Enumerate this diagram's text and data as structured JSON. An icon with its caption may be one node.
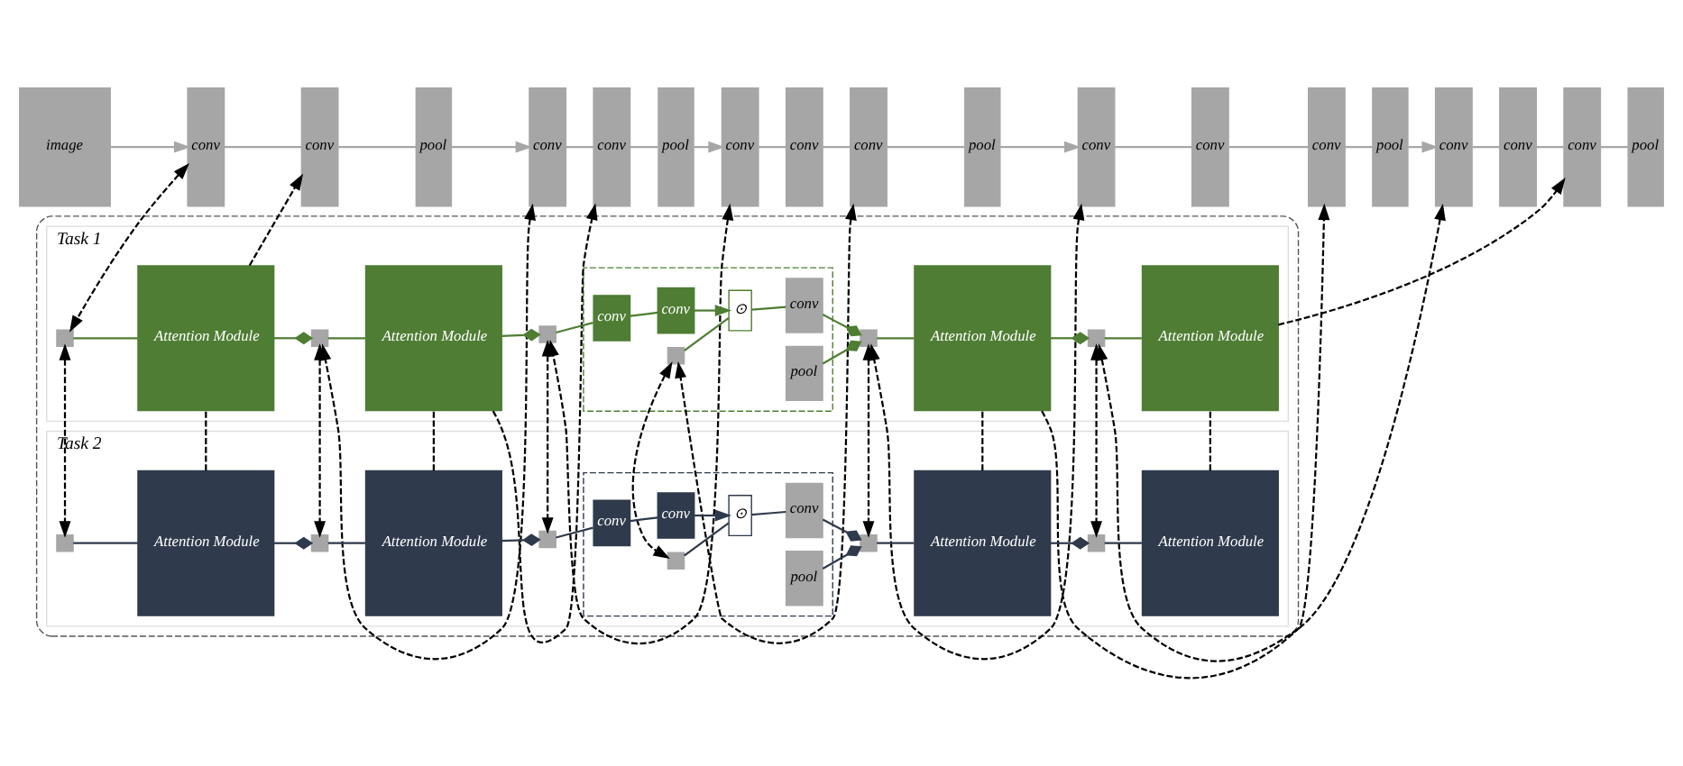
{
  "diagram": {
    "nodes": [
      {
        "text": [
          "image"
        ]
      },
      {
        "text": [
          "conv"
        ]
      },
      {
        "text": [
          "conv"
        ]
      },
      {
        "text": [
          "pool"
        ]
      },
      {
        "text": [
          "conv"
        ]
      },
      {
        "text": [
          "conv"
        ]
      },
      {
        "text": [
          "pool"
        ]
      },
      {
        "text": [
          "conv"
        ]
      },
      {
        "text": [
          "conv"
        ]
      },
      {
        "text": [
          "conv"
        ]
      },
      {
        "text": [
          "pool"
        ]
      },
      {
        "text": [
          "conv"
        ]
      },
      {
        "text": [
          "conv"
        ]
      },
      {
        "text": [
          "conv"
        ]
      },
      {
        "text": [
          "pool"
        ]
      },
      {
        "text": [
          "conv"
        ]
      },
      {
        "text": [
          "conv"
        ]
      },
      {
        "text": [
          "conv"
        ]
      },
      {
        "text": [
          "pool"
        ]
      },
      {
        "text": [],
        "shape": "box"
      },
      {
        "text": [
          "Task 1"
        ],
        "in": 19
      },
      {
        "text": [
          "Task 2"
        ],
        "in": 19
      },
      {
        "text": [],
        "shape": "box",
        "in": 20
      },
      {
        "text": [
          "Attention Module"
        ],
        "in": 20
      },
      {
        "text": [],
        "shape": "box",
        "in": 20
      },
      {
        "text": [
          "Attention Module"
        ],
        "in": 20
      },
      {
        "text": [],
        "shape": "box",
        "in": 20
      },
      {
        "text": [],
        "shape": "box",
        "in": 20
      },
      {
        "text": [
          "conv"
        ],
        "in": 27
      },
      {
        "text": [
          "conv"
        ],
        "in": 27
      },
      {
        "text": [],
        "shape": "box",
        "in": 27
      },
      {
        "text": [
          "⊙"
        ],
        "in": 27
      },
      {
        "text": [
          "conv"
        ],
        "in": 27
      },
      {
        "text": [
          "pool"
        ],
        "in": 27
      },
      {
        "text": [],
        "shape": "box",
        "in": 20
      },
      {
        "text": [
          "Attention Module"
        ],
        "in": 20
      },
      {
        "text": [],
        "shape": "box",
        "in": 20
      },
      {
        "text": [
          "Attention Module"
        ],
        "in": 20
      },
      {
        "text": [],
        "shape": "box",
        "in": 21
      },
      {
        "text": [
          "Attention Module"
        ],
        "in": 21
      },
      {
        "text": [],
        "shape": "box",
        "in": 21
      },
      {
        "text": [
          "Attention Module"
        ],
        "in": 21
      },
      {
        "text": [],
        "shape": "box",
        "in": 21
      },
      {
        "text": [],
        "shape": "box",
        "in": 21
      },
      {
        "text": [
          "conv"
        ],
        "in": 43
      },
      {
        "text": [
          "conv"
        ],
        "in": 43
      },
      {
        "text": [],
        "shape": "box",
        "in": 43
      },
      {
        "text": [
          "⊙"
        ],
        "in": 43
      },
      {
        "text": [
          "conv"
        ],
        "in": 43
      },
      {
        "text": [
          "pool"
        ],
        "in": 43
      },
      {
        "text": [],
        "shape": "box",
        "in": 21
      },
      {
        "text": [
          "Attention Module"
        ],
        "in": 21
      },
      {
        "text": [],
        "shape": "box",
        "in": 21
      },
      {
        "text": [
          "Attention Module"
        ],
        "in": 21
      }
    ],
    "edges": [
      {
        "from": 0,
        "to": 1,
        "arrow": "to",
        "color": "#a6a6a6"
      },
      {
        "from": 1,
        "to": 2,
        "arrow": "none",
        "color": "#a6a6a6"
      },
      {
        "from": 2,
        "to": 3,
        "arrow": "none",
        "color": "#a6a6a6"
      },
      {
        "from": 3,
        "to": 4,
        "arrow": "to",
        "color": "#a6a6a6"
      },
      {
        "from": 4,
        "to": 5,
        "arrow": "none",
        "color": "#a6a6a6"
      },
      {
        "from": 5,
        "to": 6,
        "arrow": "none",
        "color": "#a6a6a6"
      },
      {
        "from": 6,
        "to": 7,
        "arrow": "to",
        "color": "#a6a6a6"
      },
      {
        "from": 7,
        "to": 8,
        "arrow": "none",
        "color": "#a6a6a6"
      },
      {
        "from": 8,
        "to": 9,
        "arrow": "none",
        "color": "#a6a6a6"
      },
      {
        "from": 9,
        "to": 10,
        "arrow": "none",
        "color": "#a6a6a6"
      },
      {
        "from": 10,
        "to": 11,
        "arrow": "to",
        "color": "#a6a6a6"
      },
      {
        "from": 11,
        "to": 12,
        "arrow": "none",
        "color": "#a6a6a6"
      },
      {
        "from": 12,
        "to": 13,
        "arrow": "none",
        "color": "#a6a6a6"
      },
      {
        "from": 13,
        "to": 14,
        "arrow": "none",
        "color": "#a6a6a6"
      },
      {
        "from": 14,
        "to": 15,
        "arrow": "to",
        "color": "#a6a6a6"
      },
      {
        "from": 15,
        "to": 16,
        "arrow": "none",
        "color": "#a6a6a6"
      },
      {
        "from": 16,
        "to": 17,
        "arrow": "none",
        "color": "#a6a6a6"
      },
      {
        "from": 17,
        "to": 18,
        "arrow": "none",
        "color": "#a6a6a6"
      },
      {
        "from": 1,
        "to": 22,
        "arrow": "both",
        "style": "dashed"
      },
      {
        "from": 22,
        "to": 38,
        "arrow": "both",
        "style": "dashed"
      },
      {
        "from": 23,
        "to": 2,
        "arrow": "to",
        "style": "dashed"
      },
      {
        "from": 39,
        "to": 23,
        "arrow": "none",
        "style": "dashed"
      },
      {
        "from": 4,
        "to": 24,
        "arrow": "both",
        "style": "dashed"
      },
      {
        "from": 24,
        "to": 40,
        "arrow": "both",
        "style": "dashed"
      },
      {
        "from": 25,
        "to": 5,
        "arrow": "to",
        "style": "dashed"
      },
      {
        "from": 41,
        "to": 25,
        "arrow": "none",
        "style": "dashed"
      },
      {
        "from": 7,
        "to": 26,
        "arrow": "both",
        "style": "dashed"
      },
      {
        "from": 26,
        "to": 42,
        "arrow": "both",
        "style": "dashed"
      },
      {
        "from": 9,
        "to": 30,
        "arrow": "both",
        "style": "dashed"
      },
      {
        "from": 30,
        "to": 46,
        "arrow": "both",
        "style": "dashed"
      },
      {
        "from": 11,
        "to": 34,
        "arrow": "both",
        "style": "dashed"
      },
      {
        "from": 34,
        "to": 50,
        "arrow": "both",
        "style": "dashed"
      },
      {
        "from": 35,
        "to": 13,
        "arrow": "to",
        "style": "dashed"
      },
      {
        "from": 51,
        "to": 35,
        "arrow": "none",
        "style": "dashed"
      },
      {
        "from": 15,
        "to": 36,
        "arrow": "both",
        "style": "dashed"
      },
      {
        "from": 36,
        "to": 52,
        "arrow": "both",
        "style": "dashed"
      },
      {
        "from": 37,
        "to": 17,
        "arrow": "to",
        "style": "dashed"
      },
      {
        "from": 53,
        "to": 37,
        "arrow": "none",
        "style": "dashed"
      },
      {
        "from": 22,
        "to": 23,
        "arrow": "none",
        "color": "#4e7d33"
      },
      {
        "from": 23,
        "to": 24,
        "arrow": "other",
        "color": "#4e7d33"
      },
      {
        "from": 24,
        "to": 25,
        "arrow": "none",
        "color": "#4e7d33"
      },
      {
        "from": 25,
        "to": 26,
        "arrow": "other",
        "color": "#4e7d33"
      },
      {
        "from": 26,
        "to": 28,
        "arrow": "none",
        "color": "#4e7d33"
      },
      {
        "from": 28,
        "to": 29,
        "arrow": "none",
        "color": "#4e7d33"
      },
      {
        "from": 29,
        "to": 31,
        "arrow": "to",
        "color": "#4e7d33"
      },
      {
        "from": 30,
        "to": 31,
        "arrow": "none",
        "color": "#4e7d33"
      },
      {
        "from": 31,
        "to": 32,
        "arrow": "none",
        "color": "#4e7d33"
      },
      {
        "from": 32,
        "to": 34,
        "arrow": "other",
        "color": "#4e7d33"
      },
      {
        "from": 33,
        "to": 34,
        "arrow": "other",
        "color": "#4e7d33"
      },
      {
        "from": 34,
        "to": 35,
        "arrow": "none",
        "color": "#4e7d33"
      },
      {
        "from": 35,
        "to": 36,
        "arrow": "other",
        "color": "#4e7d33"
      },
      {
        "from": 36,
        "to": 37,
        "arrow": "none",
        "color": "#4e7d33"
      },
      {
        "from": 38,
        "to": 39,
        "arrow": "none",
        "color": "#2f3a4c"
      },
      {
        "from": 39,
        "to": 40,
        "arrow": "other",
        "color": "#2f3a4c"
      },
      {
        "from": 40,
        "to": 41,
        "arrow": "none",
        "color": "#2f3a4c"
      },
      {
        "from": 41,
        "to": 42,
        "arrow": "other",
        "color": "#2f3a4c"
      },
      {
        "from": 42,
        "to": 44,
        "arrow": "none",
        "color": "#2f3a4c"
      },
      {
        "from": 44,
        "to": 45,
        "arrow": "none",
        "color": "#2f3a4c"
      },
      {
        "from": 45,
        "to": 47,
        "arrow": "to",
        "color": "#2f3a4c"
      },
      {
        "from": 46,
        "to": 47,
        "arrow": "none",
        "color": "#2f3a4c"
      },
      {
        "from": 47,
        "to": 48,
        "arrow": "none",
        "color": "#2f3a4c"
      },
      {
        "from": 48,
        "to": 50,
        "arrow": "other",
        "color": "#2f3a4c"
      },
      {
        "from": 49,
        "to": 50,
        "arrow": "other",
        "color": "#2f3a4c"
      },
      {
        "from": 50,
        "to": 51,
        "arrow": "none",
        "color": "#2f3a4c"
      },
      {
        "from": 51,
        "to": 52,
        "arrow": "other",
        "color": "#2f3a4c"
      },
      {
        "from": 52,
        "to": 53,
        "arrow": "none",
        "color": "#2f3a4c"
      }
    ]
  }
}
